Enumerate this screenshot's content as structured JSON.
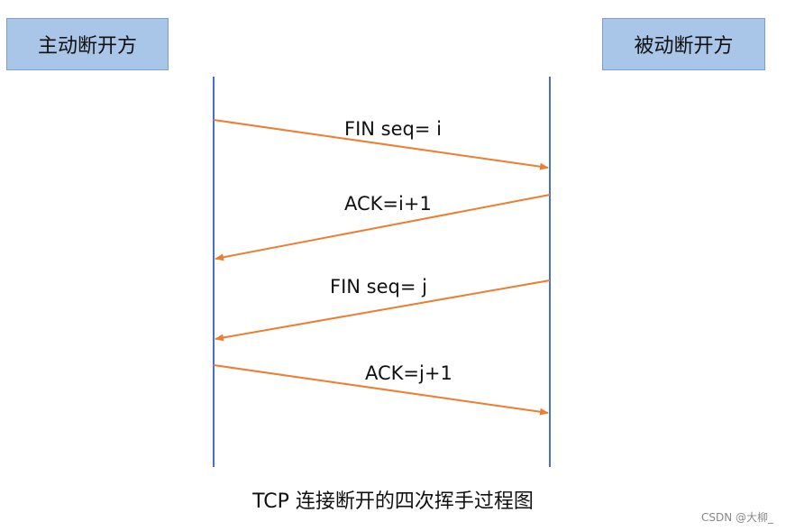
{
  "participants": {
    "left_label": "主动断开方",
    "right_label": "被动断开方"
  },
  "messages": [
    {
      "label": "FIN seq= i",
      "direction": "left-to-right"
    },
    {
      "label": "ACK=i+1",
      "direction": "right-to-left"
    },
    {
      "label": "FIN seq= j",
      "direction": "right-to-left"
    },
    {
      "label": "ACK=j+1",
      "direction": "left-to-right"
    }
  ],
  "caption": "TCP 连接断开的四次挥手过程图",
  "watermark": "CSDN @大柳_",
  "colors": {
    "lifeline": "#4472c4",
    "arrow": "#ed7d31",
    "box_fill": "#a9c5e8"
  }
}
